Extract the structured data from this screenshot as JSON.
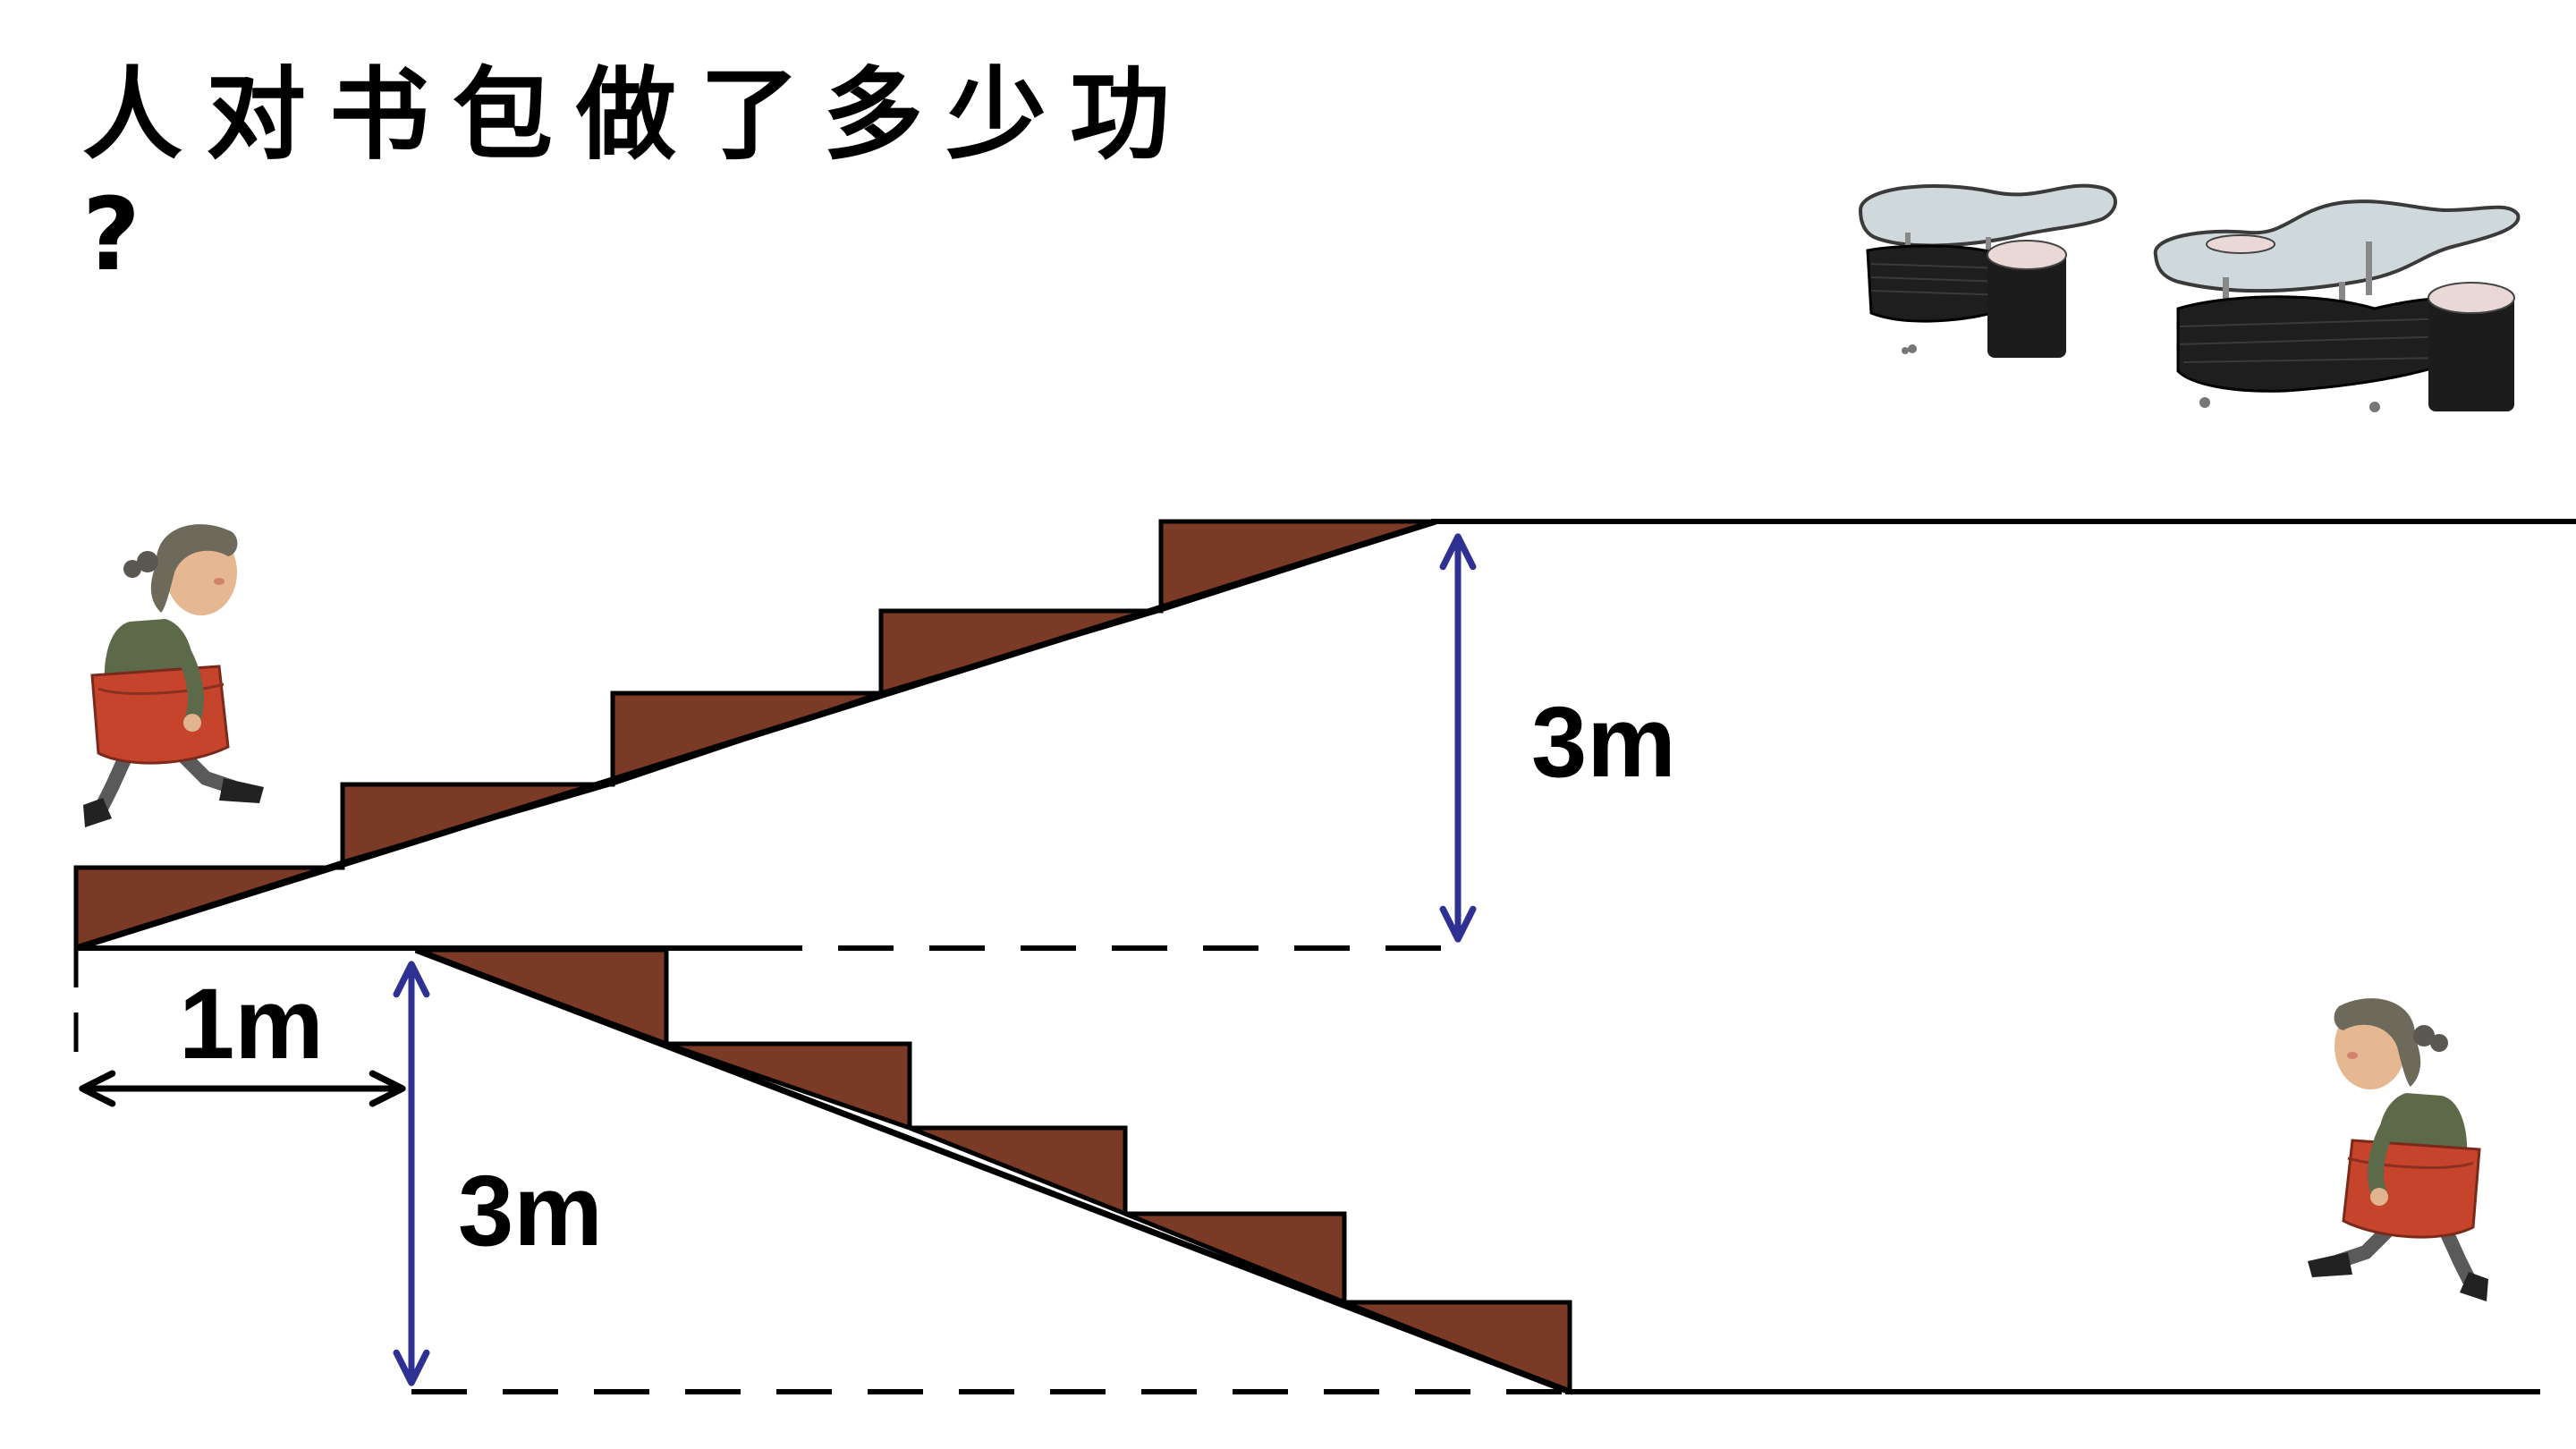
{
  "title": {
    "line1": "人对书包做了多少功",
    "line2": "?"
  },
  "labels": {
    "upper_height": "3m",
    "lower_height": "3m",
    "horizontal_distance": "1m"
  },
  "icons": {
    "furniture_left": "coffee-table-with-stool",
    "furniture_right": "coffee-table-with-stool",
    "person_top": "person-carrying-bag",
    "person_bottom": "person-carrying-bag"
  },
  "colors": {
    "stair_fill": "#7a3a26",
    "arrow_height": "#2e3192",
    "arrow_horizontal": "#000000",
    "line": "#000000"
  }
}
